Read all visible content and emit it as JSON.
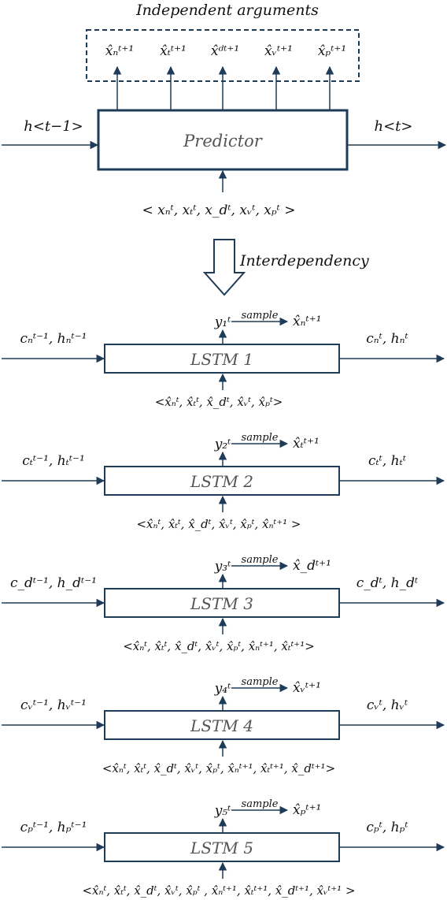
{
  "top": {
    "independent_title": "Independent arguments",
    "outputs": [
      "x̂ₙᵗ⁺¹",
      "x̂ₜᵗ⁺¹",
      "x̂ᵈᵗ⁺¹",
      "x̂ᵥᵗ⁺¹",
      "x̂ₚᵗ⁺¹"
    ],
    "predictor_label": "Predictor",
    "h_in": "h<t−1>",
    "h_out": "h<t>",
    "inputs": "< xₙᵗ,  xₜᵗ,  x_dᵗ,  xᵥᵗ,  xₚᵗ >"
  },
  "interdependency_label": "Interdependency",
  "sample_label": "sample",
  "lstms": [
    {
      "label": "LSTM 1",
      "y": "y₁ᵗ",
      "out": "x̂ₙᵗ⁺¹",
      "left": "cₙᵗ⁻¹, hₙᵗ⁻¹",
      "right": "cₙᵗ, hₙᵗ",
      "inputs": "<x̂ₙᵗ, x̂ₜᵗ, x̂_dᵗ, x̂ᵥᵗ, x̂ₚᵗ>"
    },
    {
      "label": "LSTM 2",
      "y": "y₂ᵗ",
      "out": "x̂ₜᵗ⁺¹",
      "left": "cₜᵗ⁻¹, hₜᵗ⁻¹",
      "right": "cₜᵗ, hₜᵗ",
      "inputs": "<x̂ₙᵗ, x̂ₜᵗ, x̂_dᵗ, x̂ᵥᵗ, x̂ₚᵗ, x̂ₙᵗ⁺¹ >"
    },
    {
      "label": "LSTM 3",
      "y": "y₃ᵗ",
      "out": "x̂_dᵗ⁺¹",
      "left": "c_dᵗ⁻¹, h_dᵗ⁻¹",
      "right": "c_dᵗ, h_dᵗ",
      "inputs": "<x̂ₙᵗ, x̂ₜᵗ, x̂_dᵗ, x̂ᵥᵗ, x̂ₚᵗ, x̂ₙᵗ⁺¹, x̂ₜᵗ⁺¹>"
    },
    {
      "label": "LSTM 4",
      "y": "y₄ᵗ",
      "out": "x̂ᵥᵗ⁺¹",
      "left": "cᵥᵗ⁻¹, hᵥᵗ⁻¹",
      "right": "cᵥᵗ, hᵥᵗ",
      "inputs": "<x̂ₙᵗ, x̂ₜᵗ, x̂_dᵗ, x̂ᵥᵗ, x̂ₚᵗ, x̂ₙᵗ⁺¹, x̂ₜᵗ⁺¹, x̂_dᵗ⁺¹>"
    },
    {
      "label": "LSTM 5",
      "y": "y₅ᵗ",
      "out": "x̂ₚᵗ⁺¹",
      "left": "cₚᵗ⁻¹, hₚᵗ⁻¹",
      "right": "cₚᵗ, hₚᵗ",
      "inputs": "<x̂ₙᵗ, x̂ₜᵗ, x̂_dᵗ, x̂ᵥᵗ, x̂ₚᵗ , x̂ₙᵗ⁺¹, x̂ₜᵗ⁺¹, x̂_dᵗ⁺¹, x̂ᵥᵗ⁺¹ >"
    }
  ]
}
